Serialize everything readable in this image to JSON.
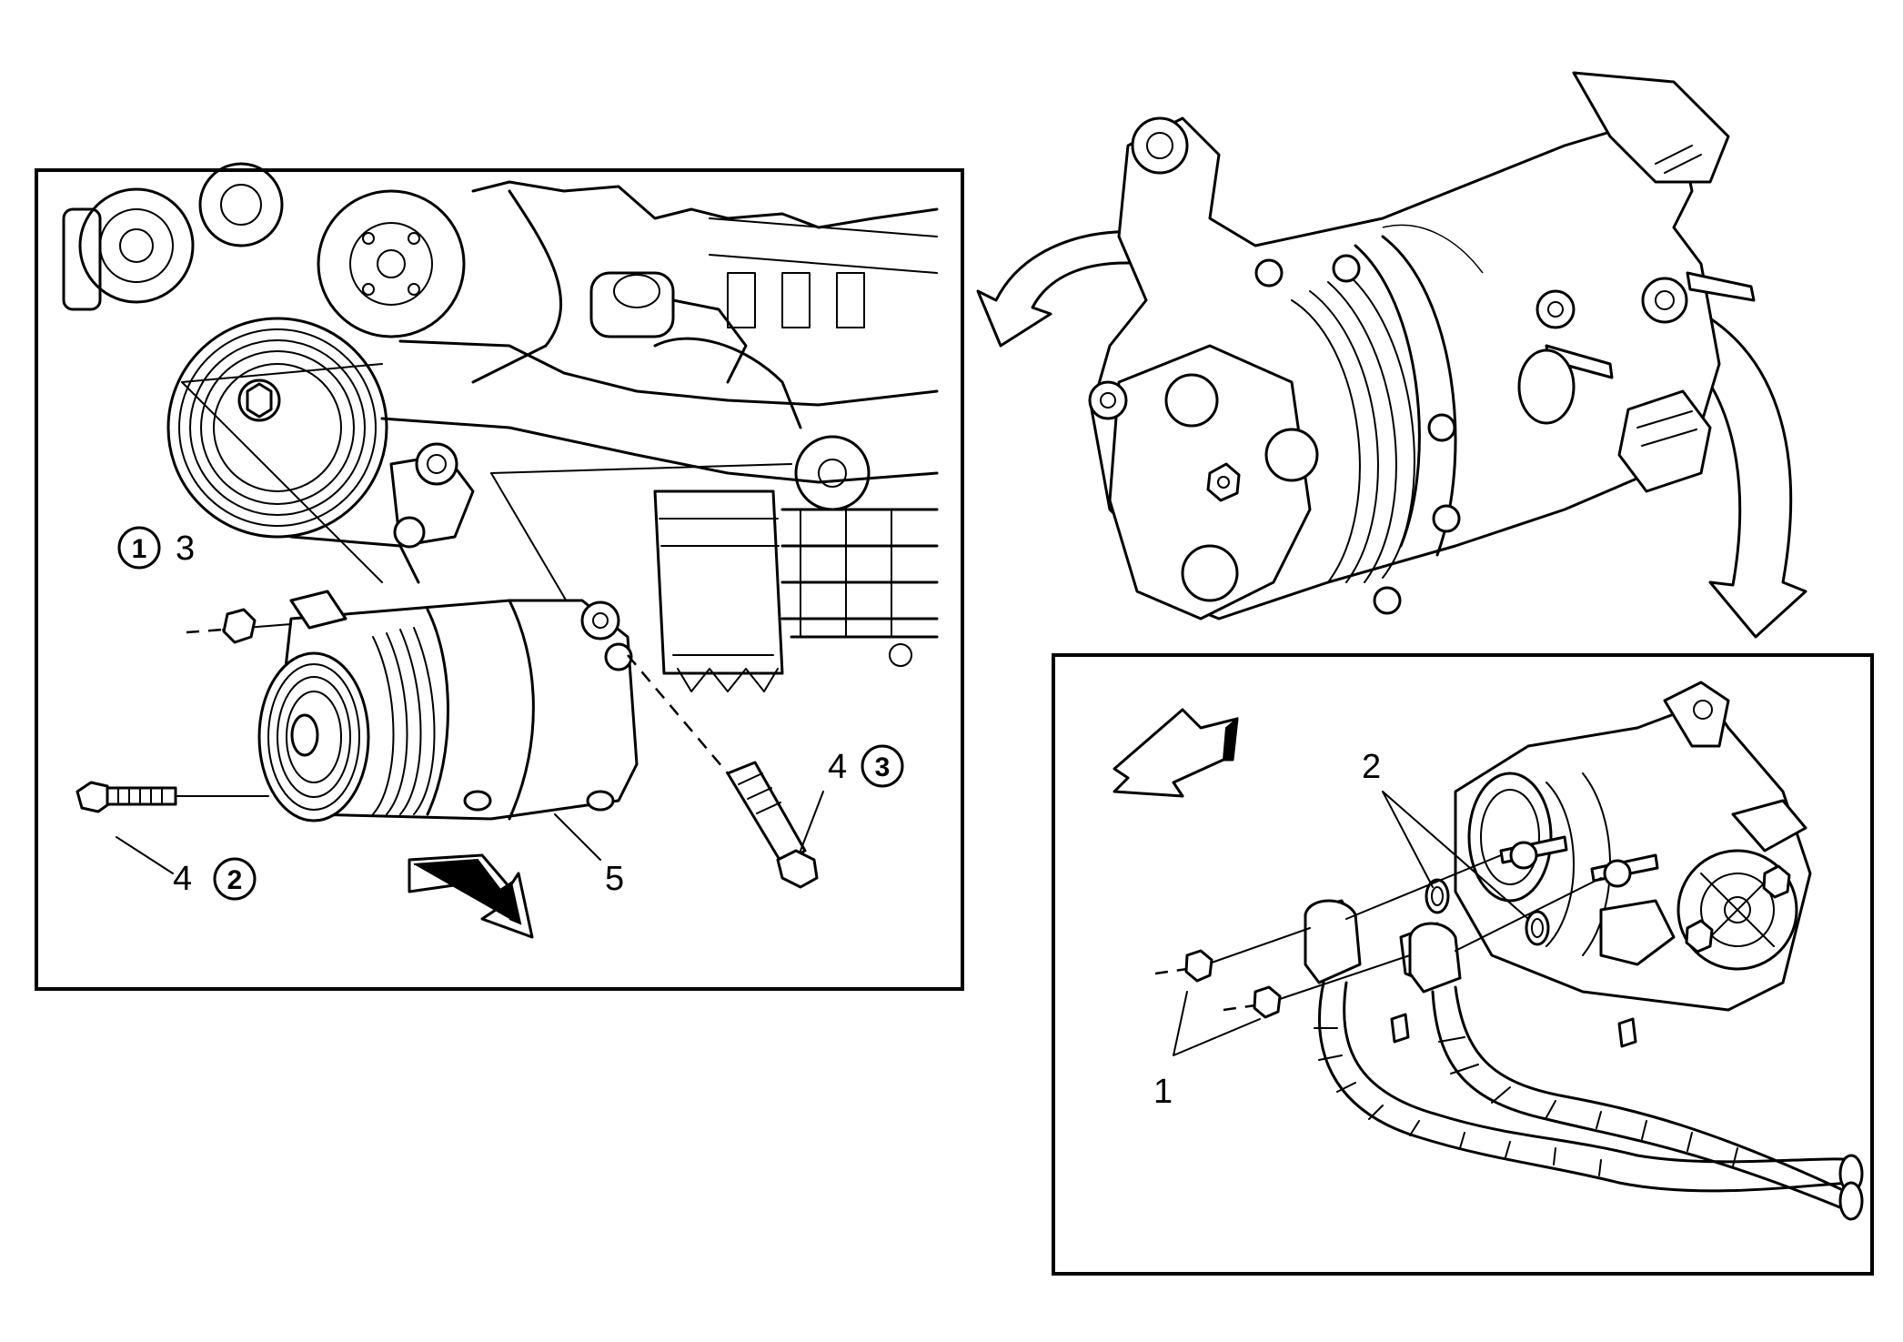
{
  "callouts": {
    "c3": {
      "number": "3",
      "step": "1"
    },
    "c4_upper": {
      "number": "4",
      "step": "3"
    },
    "c4_lower": {
      "number": "4",
      "step": "2"
    },
    "c5": {
      "number": "5"
    },
    "c2": {
      "number": "2"
    },
    "c1": {
      "number": "1"
    }
  },
  "colors": {
    "line": "#000000",
    "background": "#ffffff"
  }
}
